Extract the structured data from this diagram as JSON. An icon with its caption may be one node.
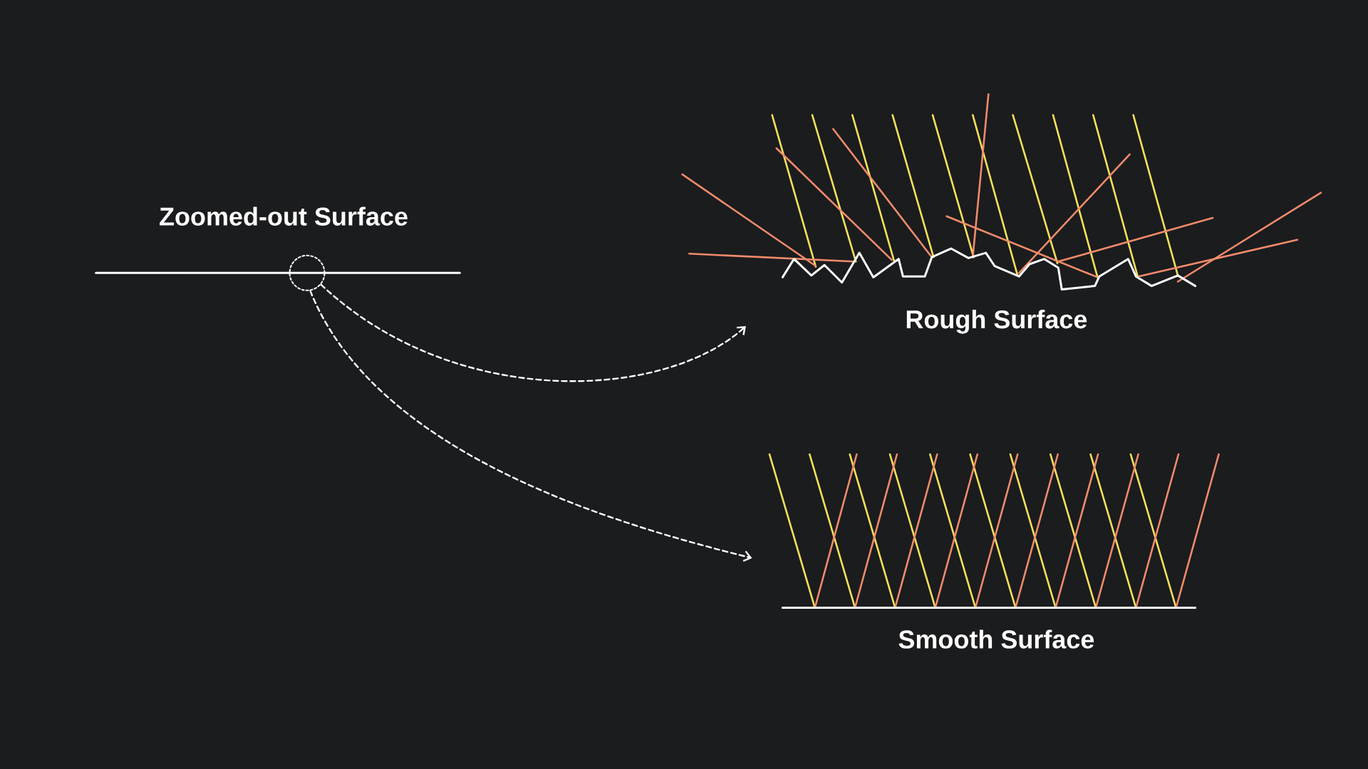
{
  "diagram": {
    "nodes": [
      {
        "text": [
          "Zoomed-out Surface"
        ]
      },
      {
        "text": [],
        "shape": "circle"
      },
      {
        "text": [
          "Rough Surface"
        ]
      },
      {
        "text": [
          "Smooth Surface"
        ]
      }
    ],
    "edges": [
      {
        "from": 1,
        "to": 2,
        "arrow": "to",
        "style": "dashed"
      },
      {
        "from": 1,
        "to": 3,
        "arrow": "to",
        "style": "dashed"
      }
    ]
  }
}
